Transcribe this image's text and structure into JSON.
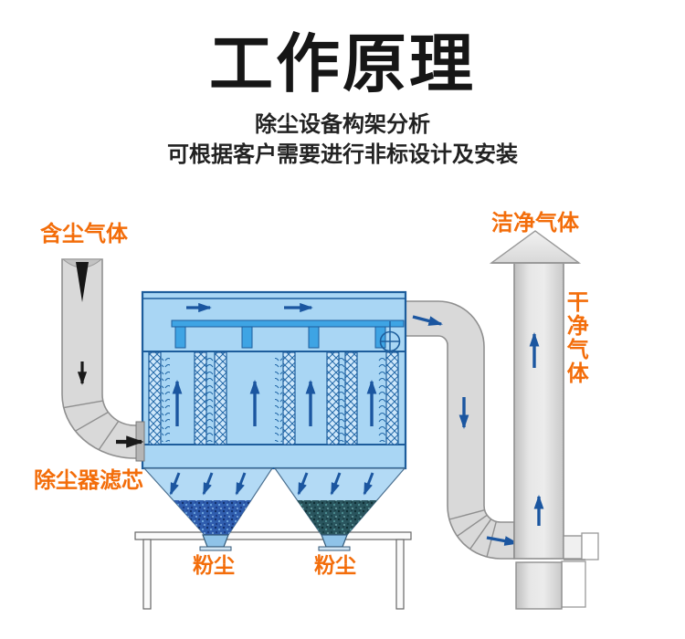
{
  "header": {
    "title": "工作原理",
    "subtitle1": "除尘设备构架分析",
    "subtitle2": "可根据客户需要进行非标设计及安装"
  },
  "labels": {
    "dusty_gas": "含尘气体",
    "clean_gas": "洁净气体",
    "clean_gas_vertical": "干净气体",
    "filter_element": "除尘器滤芯",
    "dust_left": "粉尘",
    "dust_right": "粉尘"
  },
  "colors": {
    "orange": "#f36d0a",
    "title": "#161616",
    "subtitle": "#222222",
    "box-blue": "#a9d6f4",
    "box-stroke": "#1d5d9c",
    "header-blue": "#3ea4e4",
    "arrow-blue": "#1b56a0",
    "arrow-black": "#1a1a1a",
    "pipe-gray": "#d9d9d9",
    "pipe-stroke": "#8f8f8f",
    "hopper-blue": "#b3daf5",
    "dust-left-base": "#2f5dae",
    "dust-right-base": "#2a555e"
  }
}
